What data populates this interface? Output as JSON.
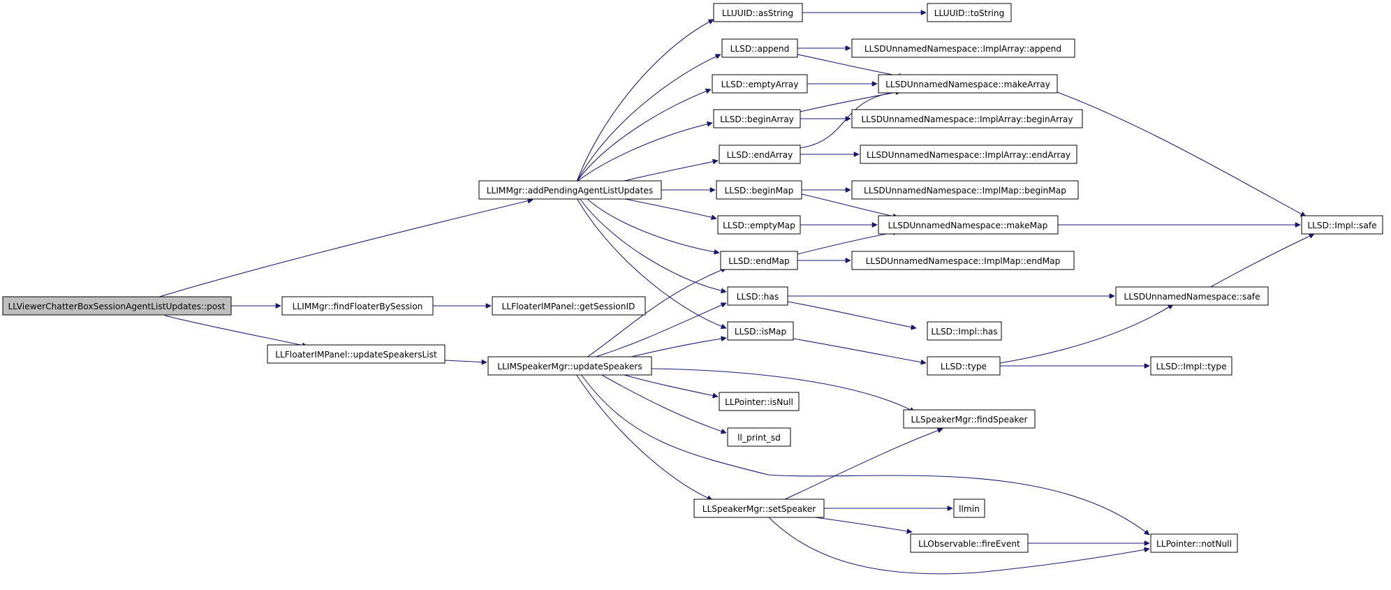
{
  "nodes": {
    "root": "LLViewerChatterBoxSessionAgentListUpdates::post",
    "addPending": "LLIMMgr::addPendingAgentListUpdates",
    "findFloater": "LLIMMgr::findFloaterBySession",
    "getSessionID": "LLFloaterIMPanel::getSessionID",
    "updateSpeakersList": "LLFloaterIMPanel::updateSpeakersList",
    "updateSpeakers": "LLIMSpeakerMgr::updateSpeakers",
    "uuidAsString": "LLUUID::asString",
    "uuidToString": "LLUUID::toString",
    "append": "LLSD::append",
    "implArrayAppend": "LLSDUnnamedNamespace::ImplArray::append",
    "emptyArray": "LLSD::emptyArray",
    "makeArray": "LLSDUnnamedNamespace::makeArray",
    "beginArray": "LLSD::beginArray",
    "implArrayBeginArray": "LLSDUnnamedNamespace::ImplArray::beginArray",
    "endArray": "LLSD::endArray",
    "implArrayEndArray": "LLSDUnnamedNamespace::ImplArray::endArray",
    "beginMap": "LLSD::beginMap",
    "implMapBeginMap": "LLSDUnnamedNamespace::ImplMap::beginMap",
    "emptyMap": "LLSD::emptyMap",
    "makeMap": "LLSDUnnamedNamespace::makeMap",
    "implSafe": "LLSD::Impl::safe",
    "endMap": "LLSD::endMap",
    "implMapEndMap": "LLSDUnnamedNamespace::ImplMap::endMap",
    "has": "LLSD::has",
    "nsSafe": "LLSDUnnamedNamespace::safe",
    "isMap": "LLSD::isMap",
    "implHas": "LLSD::Impl::has",
    "type": "LLSD::type",
    "implType": "LLSD::Impl::type",
    "isNull": "LLPointer::isNull",
    "printSd": "ll_print_sd",
    "findSpeaker": "LLSpeakerMgr::findSpeaker",
    "setSpeaker": "LLSpeakerMgr::setSpeaker",
    "llmin": "llmin",
    "fireEvent": "LLObservable::fireEvent",
    "notNull": "LLPointer::notNull"
  },
  "colors": {
    "edge": "#191970",
    "root_fill": "#bfbfbf",
    "node_fill": "#ffffff",
    "node_border": "#000000"
  }
}
